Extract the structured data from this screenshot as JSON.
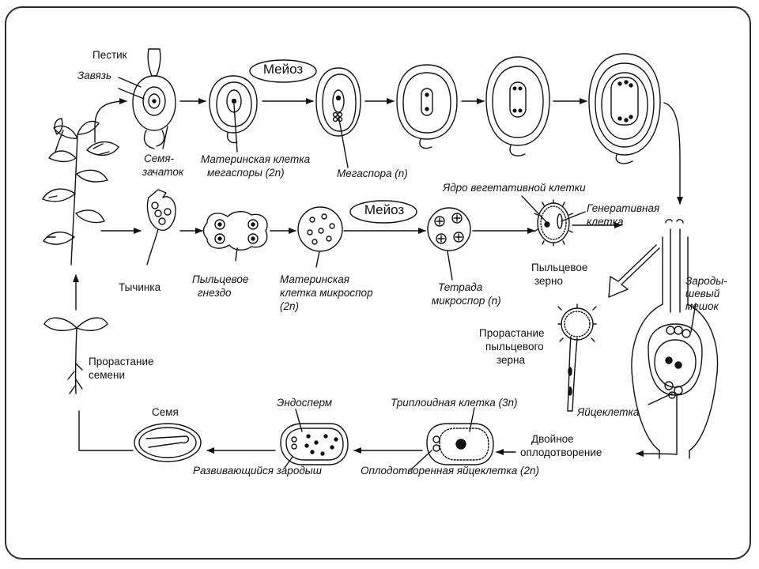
{
  "labels": {
    "pistil": "Пестик",
    "ovary": "Завязь",
    "ovule_1": "Семя-",
    "ovule_2": "зачаток",
    "megaspore_mother_1": "Материнская клетка",
    "megaspore_mother_2": "мегаспоры (2n)",
    "meiosis_top": "Мейоз",
    "megaspore": "Мегаспора (n)",
    "vegetative_nucleus": "Ядро вегетативной клетки",
    "generative_1": "Генеративная",
    "generative_2": "клетка",
    "stamen": "Тычинка",
    "pollen_sac_1": "Пыльцевое",
    "pollen_sac_2": "гнездо",
    "microspore_mother_1": "Материнская",
    "microspore_mother_2": "клетка микроспор",
    "microspore_mother_3": "(2n)",
    "meiosis_bottom": "Мейоз",
    "tetrad_1": "Тетрада",
    "tetrad_2": "микроспор (n)",
    "pollen_grain_1": "Пыльцевое",
    "pollen_grain_2": "зерно",
    "embryo_sac_1": "Зароды-",
    "embryo_sac_2": "шевый",
    "embryo_sac_3": "мешок",
    "pollen_germination_1": "Прорастание",
    "pollen_germination_2": "пыльцевого",
    "pollen_germination_3": "зерна",
    "seed_germination_1": "Прорастание",
    "seed_germination_2": "семени",
    "egg_cell": "Яйцеклетка",
    "seed": "Семя",
    "endosperm": "Эндосперм",
    "triploid_cell": "Триплоидная клетка (3n)",
    "double_fertilization_1": "Двойное",
    "double_fertilization_2": "оплодотворение",
    "developing_embryo": "Развивающийся зародыш",
    "fertilized_egg": "Оплодотворенная яйцеклетка (2n)"
  }
}
